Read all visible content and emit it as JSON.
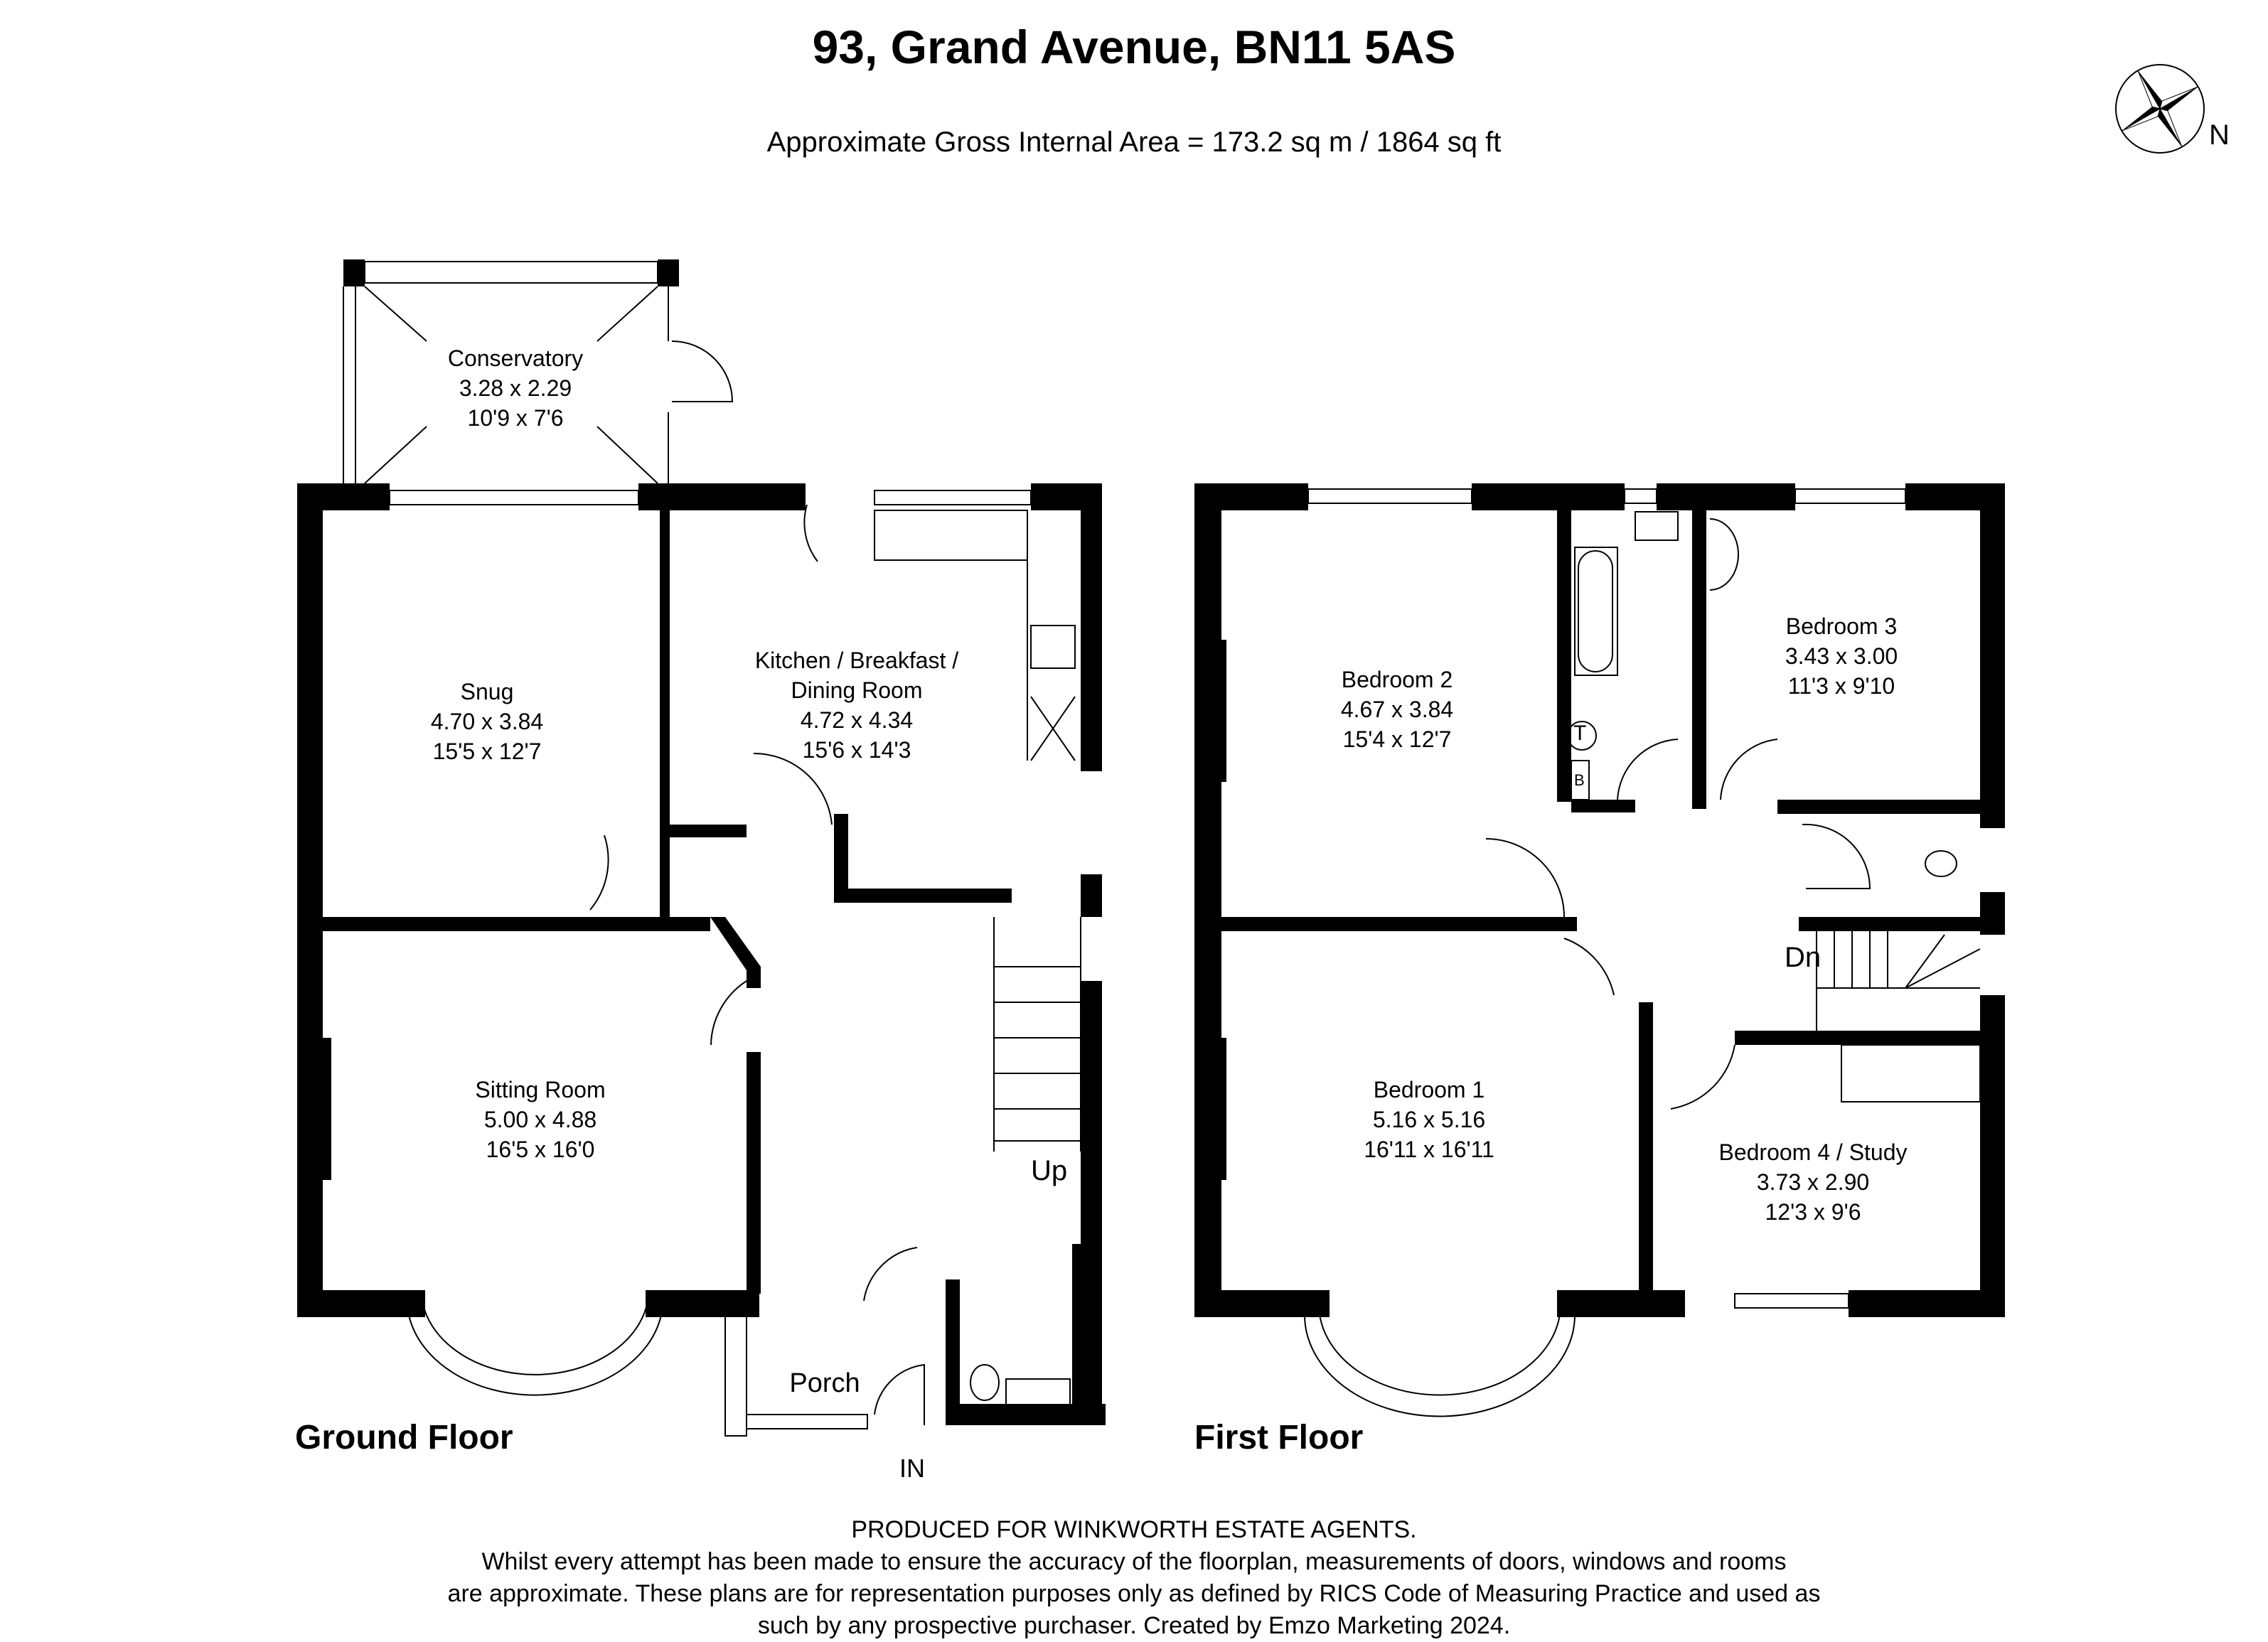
{
  "header": {
    "title": "93, Grand Avenue, BN11 5AS",
    "area": "Approximate Gross Internal Area = 173.2 sq m / 1864 sq ft",
    "compass_label": "N"
  },
  "floors": [
    {
      "label": "Ground Floor",
      "rooms": [
        {
          "name": "Conservatory",
          "metric": "3.28 x 2.29",
          "imperial": "10'9 x 7'6"
        },
        {
          "name": "Snug",
          "metric": "4.70 x 3.84",
          "imperial": "15'5 x 12'7"
        },
        {
          "name": "Kitchen / Breakfast /",
          "name2": "Dining Room",
          "metric": "4.72 x 4.34",
          "imperial": "15'6 x 14'3"
        },
        {
          "name": "Sitting Room",
          "metric": "5.00 x 4.88",
          "imperial": "16'5 x 16'0"
        },
        {
          "name": "Porch"
        }
      ],
      "markers": {
        "stairs": "Up",
        "entrance": "IN"
      }
    },
    {
      "label": "First Floor",
      "rooms": [
        {
          "name": "Bedroom 2",
          "metric": "4.67 x 3.84",
          "imperial": "15'4 x 12'7"
        },
        {
          "name": "Bedroom 3",
          "metric": "3.43 x 3.00",
          "imperial": "11'3 x 9'10"
        },
        {
          "name": "Bedroom 1",
          "metric": "5.16 x 5.16",
          "imperial": "16'11 x 16'11"
        },
        {
          "name": "Bedroom 4 / Study",
          "metric": "3.73 x 2.90",
          "imperial": "12'3 x 9'6"
        }
      ],
      "markers": {
        "stairs": "Dn",
        "tank": "T",
        "boiler": "B"
      }
    }
  ],
  "footer": {
    "line1": "PRODUCED FOR WINKWORTH ESTATE AGENTS.",
    "line2": "Whilst every attempt has been made to ensure the accuracy of the floorplan, measurements of doors, windows and rooms",
    "line3": "are approximate. These plans are for representation purposes only as defined by RICS Code of Measuring Practice and used as",
    "line4": "such by any prospective purchaser. Created by Emzo Marketing 2024."
  }
}
